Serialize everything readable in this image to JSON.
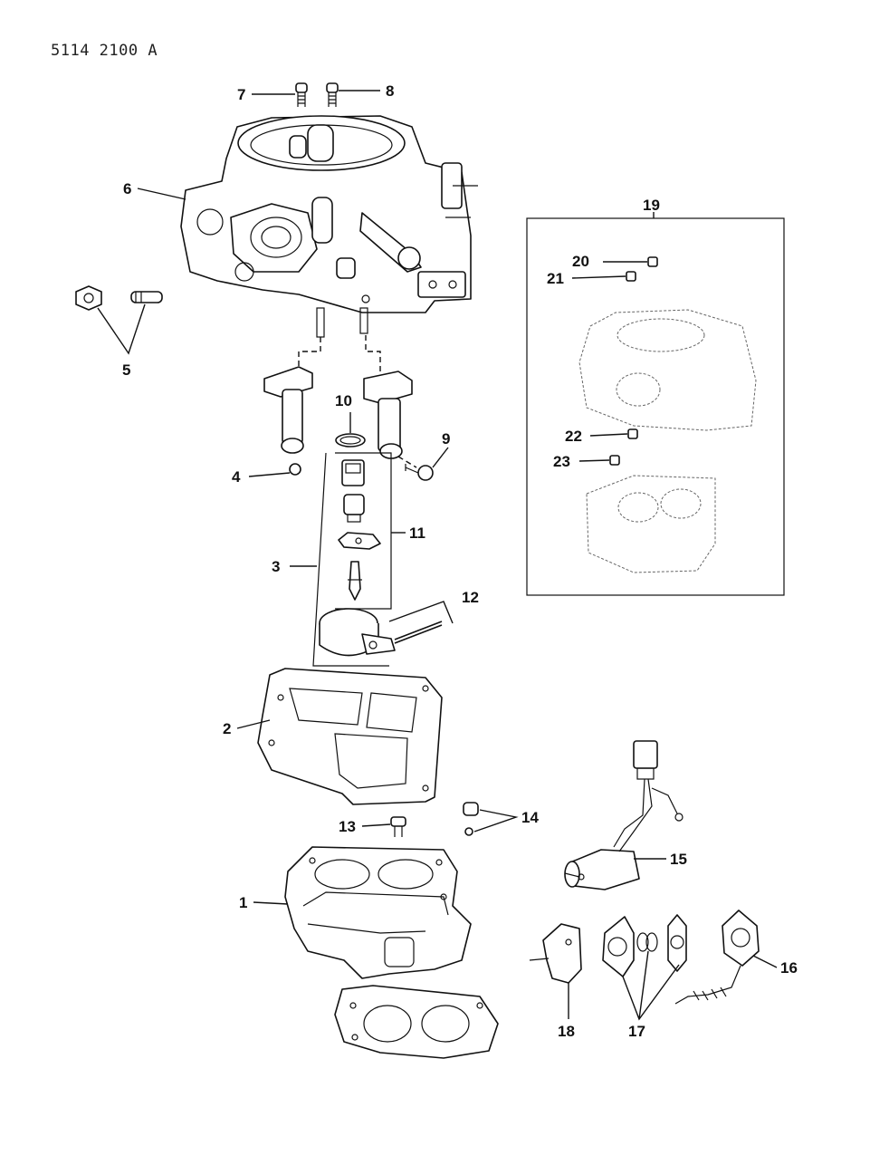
{
  "drawing_number": "5114 2100  A",
  "callouts": {
    "c1": "1",
    "c2": "2",
    "c3": "3",
    "c4": "4",
    "c5": "5",
    "c6": "6",
    "c7": "7",
    "c8": "8",
    "c9": "9",
    "c10": "10",
    "c11": "11",
    "c12": "12",
    "c13": "13",
    "c14": "14",
    "c15": "15",
    "c16": "16",
    "c17": "17",
    "c18": "18",
    "c19": "19",
    "c20": "20",
    "c21": "21",
    "c22": "22",
    "c23": "23"
  }
}
